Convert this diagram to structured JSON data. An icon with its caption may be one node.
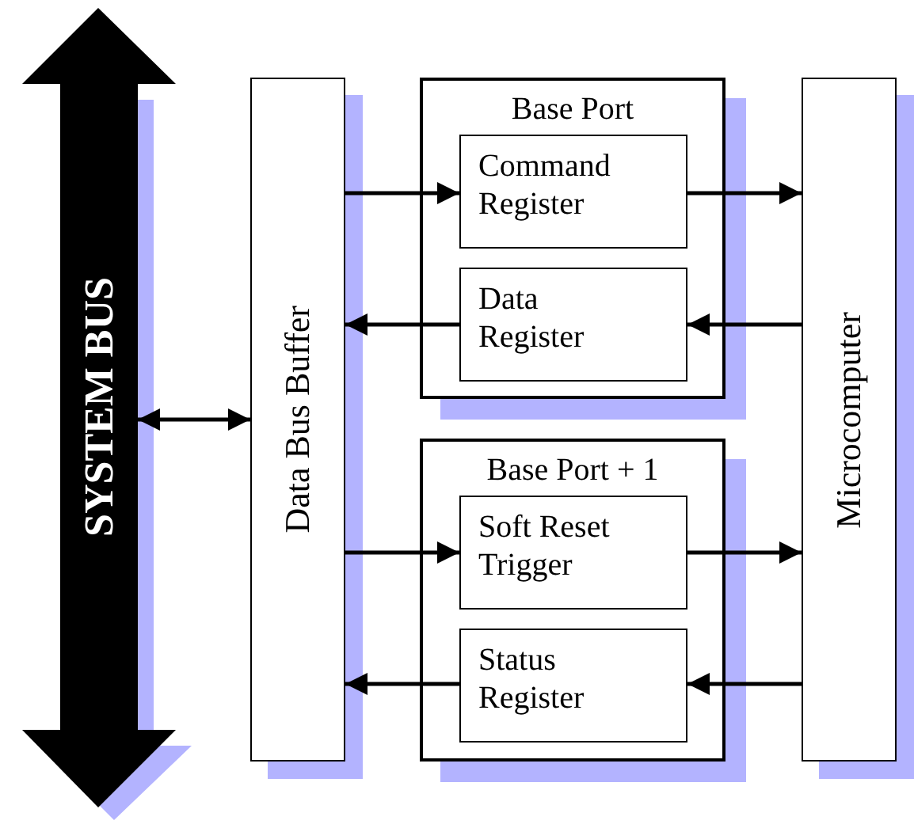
{
  "diagram": {
    "nodes": [
      {
        "text": [
          "SYSTEM BUS"
        ]
      },
      {
        "text": [
          "Data Bus Buffer"
        ]
      },
      {
        "text": [
          "Base Port"
        ]
      },
      {
        "text": [
          "Command Register"
        ],
        "in": 2
      },
      {
        "text": [
          "Data Register"
        ],
        "in": 2
      },
      {
        "text": [
          "Base Port + 1"
        ]
      },
      {
        "text": [
          "Soft Reset Trigger"
        ],
        "in": 5
      },
      {
        "text": [
          "Status Register"
        ],
        "in": 5
      },
      {
        "text": [
          "Microcomputer"
        ]
      }
    ],
    "edges": [
      {
        "from": 0,
        "to": 1,
        "arrow": "both"
      },
      {
        "from": 1,
        "to": 3,
        "arrow": "to"
      },
      {
        "from": 4,
        "to": 1,
        "arrow": "to"
      },
      {
        "from": 3,
        "to": 8,
        "arrow": "to"
      },
      {
        "from": 8,
        "to": 4,
        "arrow": "to"
      },
      {
        "from": 1,
        "to": 6,
        "arrow": "to"
      },
      {
        "from": 7,
        "to": 1,
        "arrow": "to"
      },
      {
        "from": 6,
        "to": 8,
        "arrow": "to"
      },
      {
        "from": 8,
        "to": 7,
        "arrow": "to"
      }
    ]
  }
}
